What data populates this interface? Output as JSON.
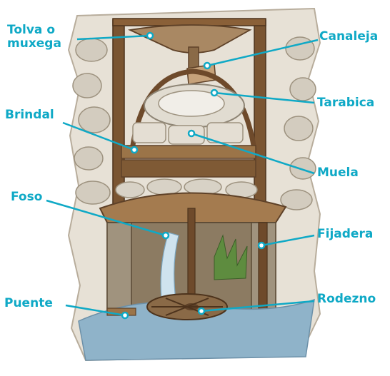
{
  "colors": {
    "label": "#0fa9c6",
    "leader": "#0fa9c6",
    "wood_light": "#b58a5a",
    "wood_dark": "#6e4a2b",
    "stone": "#d8d2c6",
    "water": "#8fb3c9"
  },
  "labels": {
    "tolva": {
      "line1": "Tolva o",
      "line2": "muxega"
    },
    "canaleja": "Canaleja",
    "brindal": "Brindal",
    "tarabica": "Tarabica",
    "muela": "Muela",
    "foso": "Foso",
    "fijadera": "Fijadera",
    "puente": "Puente",
    "rodezno": "Rodezno"
  }
}
